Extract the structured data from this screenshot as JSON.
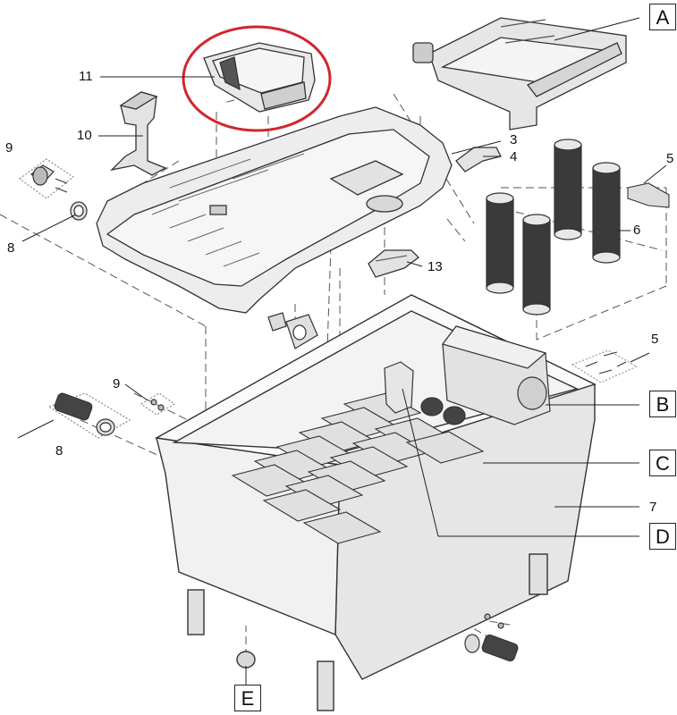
{
  "diagram": {
    "highlight_color": "#d0262d",
    "line_color": "#333333",
    "fill_color": "#dcdcdc",
    "part_numbers": [
      "11",
      "10",
      "9",
      "8",
      "3",
      "4",
      "5",
      "6",
      "13",
      "7"
    ],
    "letter_callouts": [
      "A",
      "B",
      "C",
      "D",
      "E"
    ],
    "labels": {
      "n11": "11",
      "n10": "10",
      "n9_top": "9",
      "n8_top": "8",
      "n3": "3",
      "n4": "4",
      "n5_top": "5",
      "n6": "6",
      "n13": "13",
      "n5_mid": "5",
      "n9_mid": "9",
      "n8_mid": "8",
      "n7": "7",
      "A": "A",
      "B": "B",
      "C": "C",
      "D": "D",
      "E": "E"
    }
  }
}
